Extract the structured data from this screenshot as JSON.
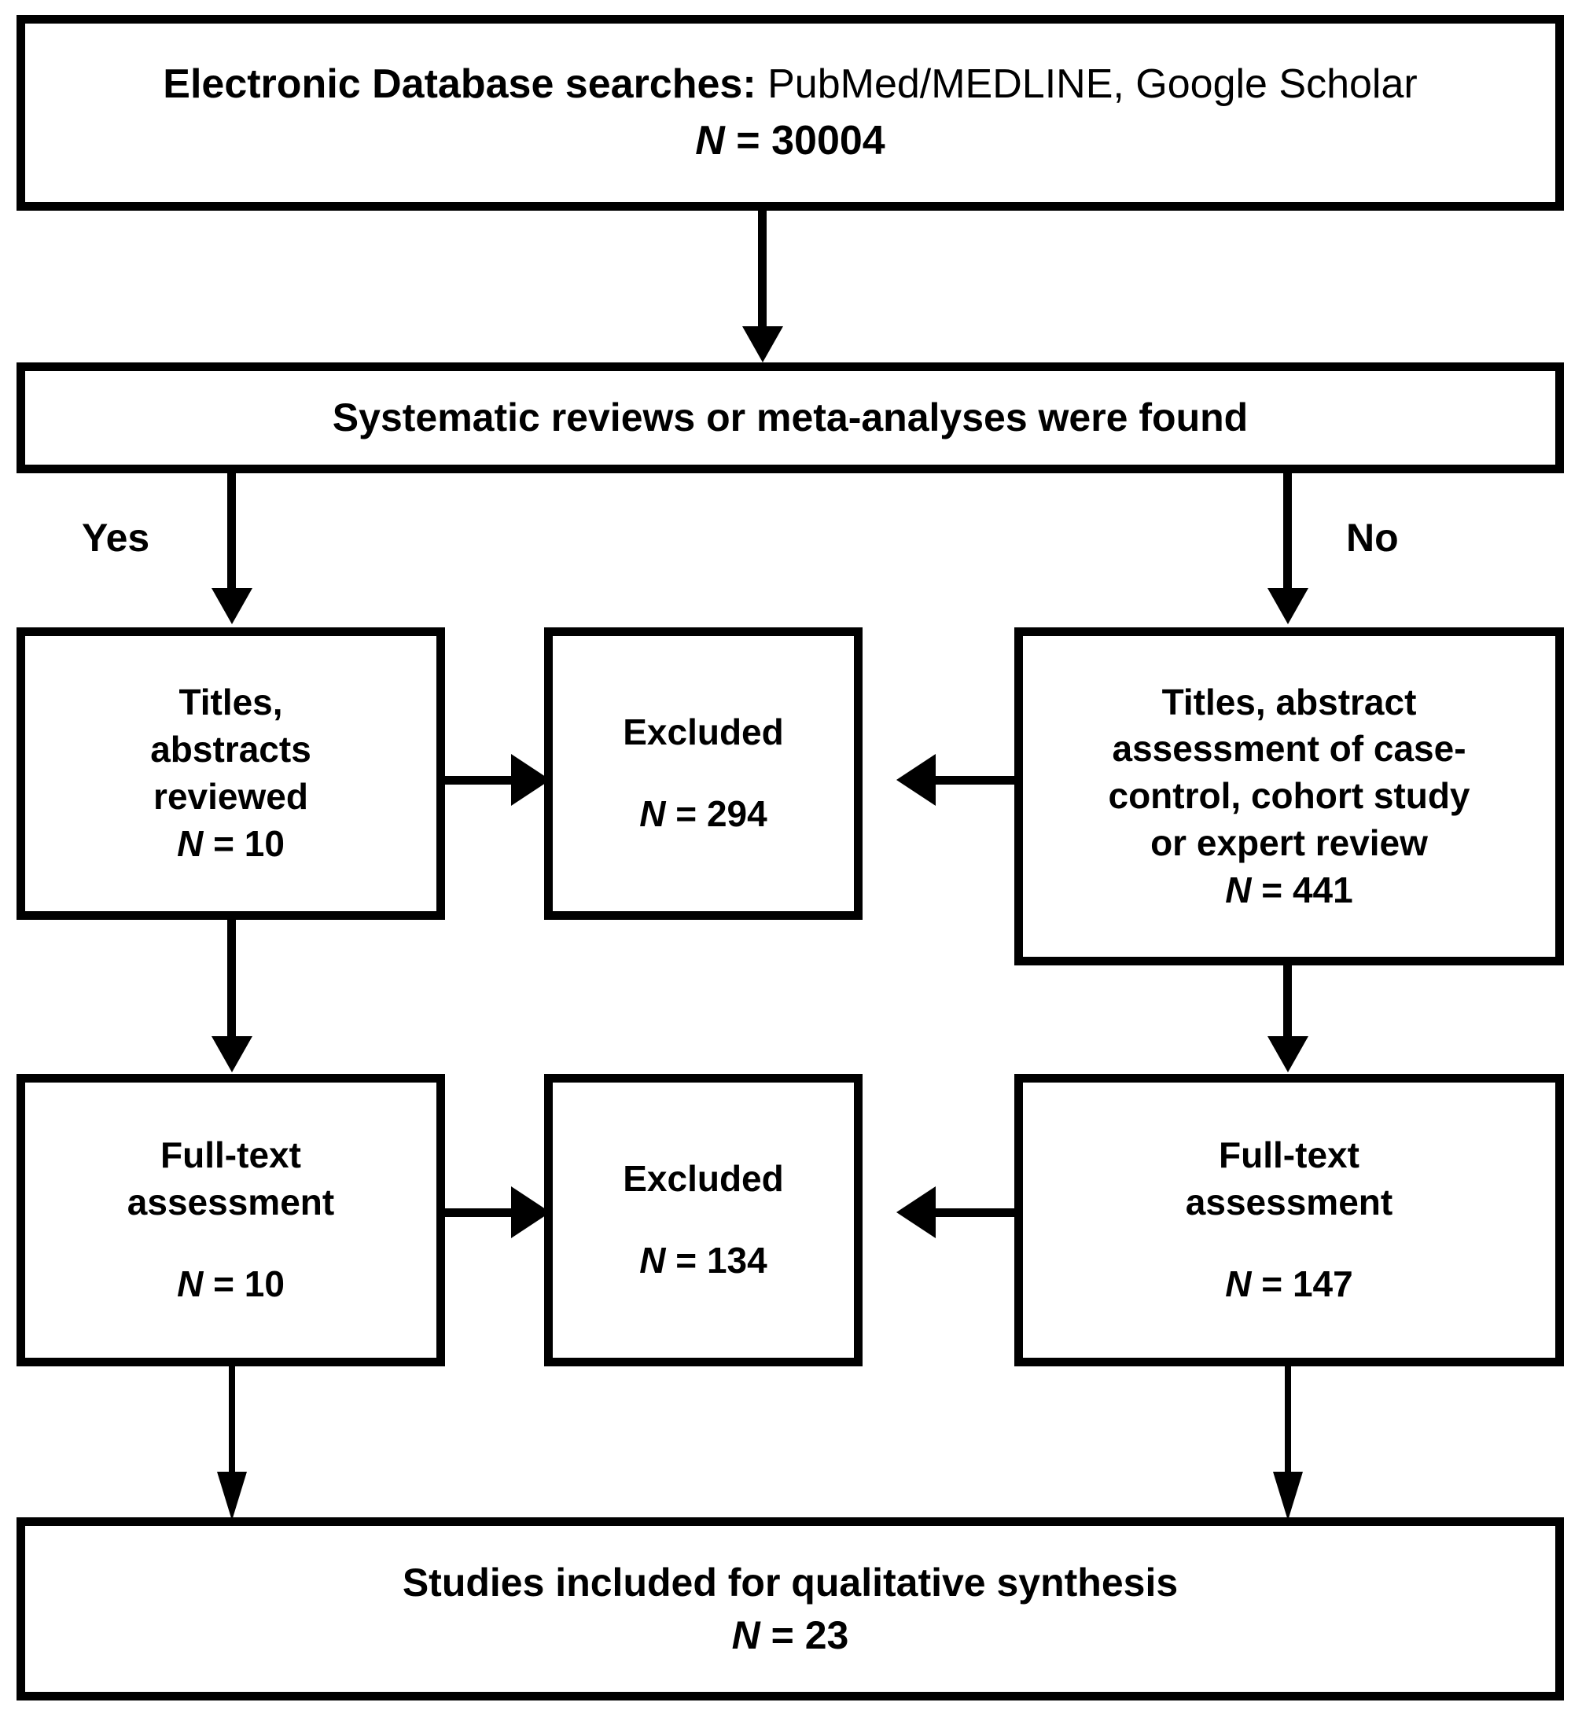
{
  "diagram": {
    "title": "PRISMA-style study selection flow diagram",
    "line_color": "#000000",
    "background_color": "#ffffff"
  },
  "nodes": {
    "database": {
      "label_bold": "Electronic Database searches:",
      "label_rest": " PubMed/MEDLINE, Google Scholar",
      "n_prefix": "N",
      "n_value": " = 30004"
    },
    "question": {
      "label": "Systematic reviews or meta-analyses were found"
    },
    "titles_left": {
      "line1": "Titles,",
      "line2": "abstracts",
      "line3": "reviewed",
      "n_prefix": "N",
      "n_value": " = 10"
    },
    "excluded_1": {
      "label": "Excluded",
      "n_prefix": "N",
      "n_value": " = 294"
    },
    "titles_right": {
      "line1": "Titles, abstract",
      "line2": "assessment of case-",
      "line3": "control, cohort study",
      "line4": "or expert review",
      "n_prefix": "N",
      "n_value": " = 441"
    },
    "fulltext_left": {
      "line1": "Full-text",
      "line2": "assessment",
      "n_prefix": "N",
      "n_value": " = 10"
    },
    "excluded_2": {
      "label": "Excluded",
      "n_prefix": "N",
      "n_value": " = 134"
    },
    "fulltext_right": {
      "line1": "Full-text",
      "line2": "assessment",
      "n_prefix": "N",
      "n_value": " = 147"
    },
    "included": {
      "label": "Studies included for qualitative synthesis",
      "n_prefix": "N",
      "n_value": " = 23"
    }
  },
  "branch_labels": {
    "yes": "Yes",
    "no": "No"
  },
  "chart_data": {
    "type": "diagram",
    "title": "Study selection flow",
    "stages": [
      {
        "id": "database",
        "text": "Electronic Database searches: PubMed/MEDLINE, Google Scholar",
        "N": 30004
      },
      {
        "id": "question",
        "text": "Systematic reviews or meta-analyses were found",
        "N": null
      },
      {
        "id": "titles_left",
        "text": "Titles, abstracts reviewed",
        "N": 10,
        "branch": "Yes"
      },
      {
        "id": "excluded_1",
        "text": "Excluded",
        "N": 294
      },
      {
        "id": "titles_right",
        "text": "Titles, abstract assessment of case-control, cohort study or expert review",
        "N": 441,
        "branch": "No"
      },
      {
        "id": "fulltext_left",
        "text": "Full-text assessment",
        "N": 10,
        "branch": "Yes"
      },
      {
        "id": "excluded_2",
        "text": "Excluded",
        "N": 134
      },
      {
        "id": "fulltext_right",
        "text": "Full-text assessment",
        "N": 147,
        "branch": "No"
      },
      {
        "id": "included",
        "text": "Studies included for qualitative synthesis",
        "N": 23
      }
    ],
    "edges": [
      {
        "from": "database",
        "to": "question",
        "label": ""
      },
      {
        "from": "question",
        "to": "titles_left",
        "label": "Yes"
      },
      {
        "from": "question",
        "to": "titles_right",
        "label": "No"
      },
      {
        "from": "titles_left",
        "to": "excluded_1",
        "label": ""
      },
      {
        "from": "titles_right",
        "to": "excluded_1",
        "label": ""
      },
      {
        "from": "titles_left",
        "to": "fulltext_left",
        "label": ""
      },
      {
        "from": "titles_right",
        "to": "fulltext_right",
        "label": ""
      },
      {
        "from": "fulltext_left",
        "to": "excluded_2",
        "label": ""
      },
      {
        "from": "fulltext_right",
        "to": "excluded_2",
        "label": ""
      },
      {
        "from": "fulltext_left",
        "to": "included",
        "label": ""
      },
      {
        "from": "fulltext_right",
        "to": "included",
        "label": ""
      }
    ]
  }
}
